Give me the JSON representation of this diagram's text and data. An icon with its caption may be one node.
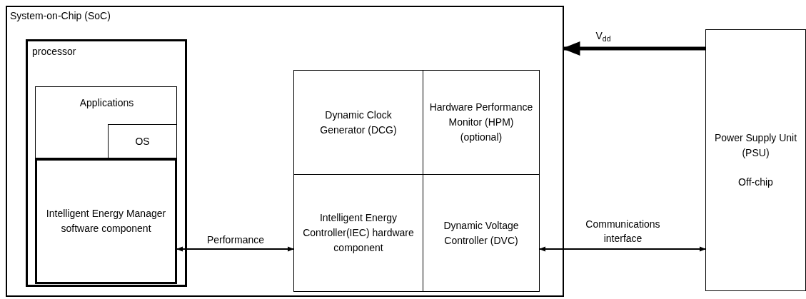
{
  "diagram": {
    "nodes": [
      {
        "text": [
          "System-on-Chip (SoC)"
        ]
      },
      {
        "text": [
          "processor"
        ],
        "in": 0
      },
      {
        "text": [
          "Applications"
        ],
        "in": 1
      },
      {
        "text": [
          "OS"
        ],
        "in": 2
      },
      {
        "text": [
          "Intelligent Energy Manager software component"
        ],
        "in": 1
      },
      {
        "text": [
          "Dynamic Clock Generator (DCG)"
        ],
        "in": 0
      },
      {
        "text": [
          "Hardware Performance Monitor (HPM) (optional)"
        ],
        "in": 0
      },
      {
        "text": [
          "Intelligent Energy Controller(IEC) hardware component"
        ],
        "in": 0
      },
      {
        "text": [
          "Dynamic Voltage Controller (DVC)"
        ],
        "in": 0
      },
      {
        "text": [
          "Power Supply Unit (PSU)",
          "Off-chip"
        ]
      }
    ],
    "edges": [
      {
        "from": 9,
        "to": 0,
        "arrow": "to",
        "label": "V$_{dd}$",
        "style": "thick"
      },
      {
        "from": 4,
        "to": 7,
        "arrow": "both",
        "label": "Performance"
      },
      {
        "from": 8,
        "to": 9,
        "arrow": "both",
        "label": "Communications interface"
      }
    ]
  }
}
